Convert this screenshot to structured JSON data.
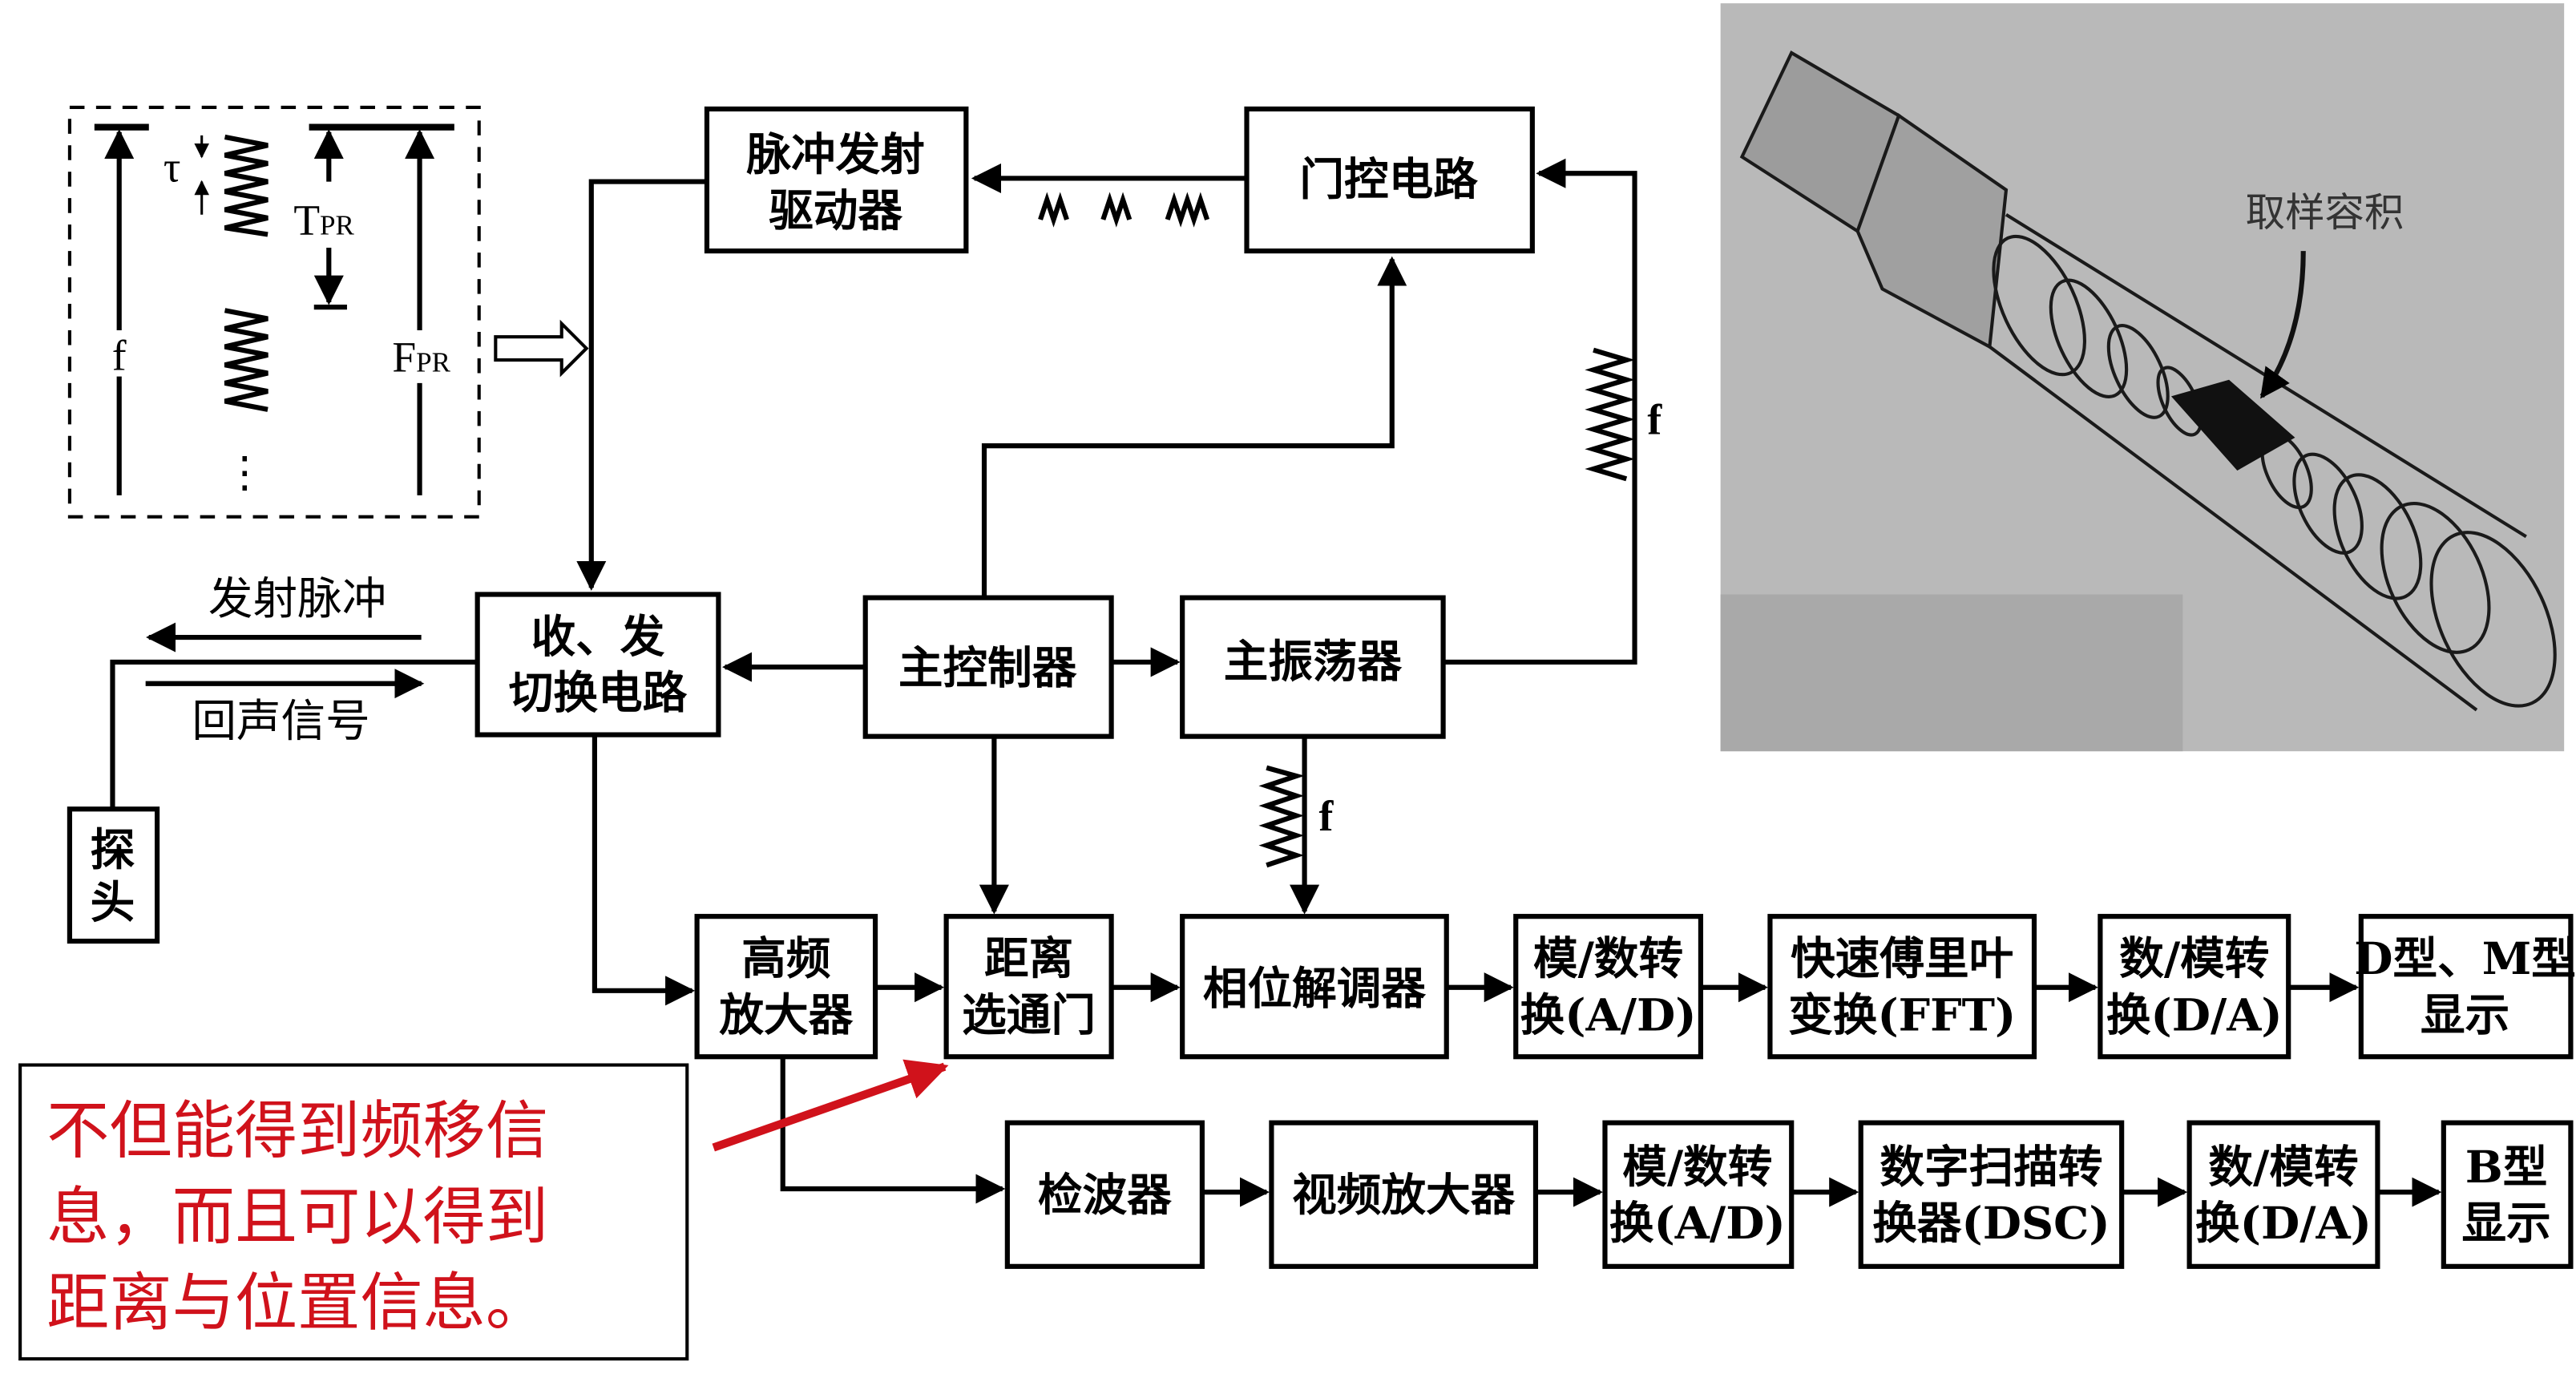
{
  "waveform_legend": {
    "tau": "τ",
    "tpr": "T",
    "tpr_sub": "PR",
    "f": "f",
    "fpr": "F",
    "fpr_sub": "PR",
    "dots": "⋮"
  },
  "blocks": {
    "pulse_driver": [
      "脉冲发射",
      "驱动器"
    ],
    "gate_circuit": "门控电路",
    "tx_rx_switch": [
      "收、发",
      "切换电路"
    ],
    "main_controller": "主控制器",
    "master_oscillator": "主振荡器",
    "probe": [
      "探",
      "头"
    ],
    "rf_amplifier": [
      "高频",
      "放大器"
    ],
    "range_gate": [
      "距离",
      "选通门"
    ],
    "phase_demodulator": "相位解调器",
    "adc1": [
      "模/数转",
      "换(A/D)"
    ],
    "fft": [
      "快速傅里叶",
      "变换(FFT)"
    ],
    "dac1": [
      "数/模转",
      "换(D/A)"
    ],
    "dm_display": [
      "D型、M型",
      "显示"
    ],
    "detector": "检波器",
    "video_amplifier": "视频放大器",
    "adc2": [
      "模/数转",
      "换(A/D)"
    ],
    "dsc": [
      "数字扫描转",
      "换器(DSC)"
    ],
    "dac2": [
      "数/模转",
      "换(D/A)"
    ],
    "b_display": [
      "B型",
      "显示"
    ]
  },
  "labels": {
    "transmit_pulse": "发射脉冲",
    "echo_signal": "回声信号",
    "f_gate": "f",
    "f_demod": "f"
  },
  "annotation": {
    "lines": [
      "不但能得到频移信",
      "息，而且可以得到",
      "距离与位置信息。"
    ],
    "color": "#d0121b"
  },
  "photo": {
    "label": "取样容积"
  }
}
